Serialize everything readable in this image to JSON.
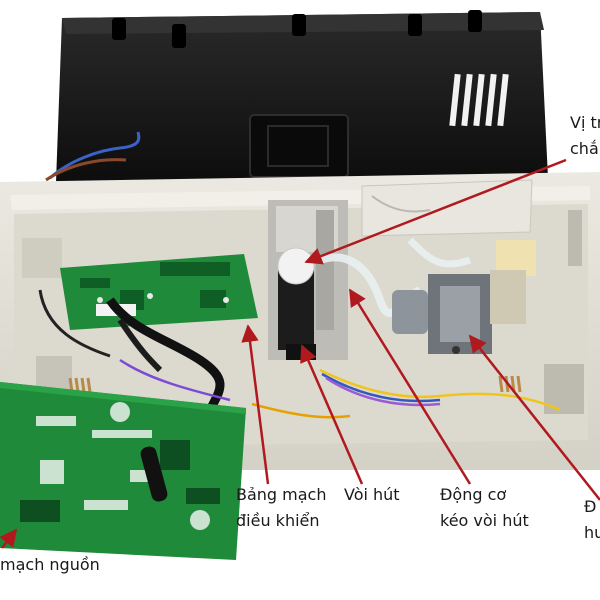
{
  "labels": {
    "position": {
      "line1": "Vị tr",
      "line2": "chắn"
    },
    "control_board": {
      "line1": "Bảng mạch",
      "line2": "điều khiển"
    },
    "nozzle": {
      "line1": "Vòi hút"
    },
    "nozzle_motor": {
      "line1": "Động cơ",
      "line2": "kéo vòi hút"
    },
    "right_cut": {
      "line1": "Đ",
      "line2": "hu"
    },
    "power_board": {
      "line1": "mạch nguồn"
    }
  },
  "colors": {
    "arrow": "#b0191e",
    "pcb_green": "#1f8a3a",
    "housing": "#e2e0d6",
    "lid": "#141414"
  }
}
